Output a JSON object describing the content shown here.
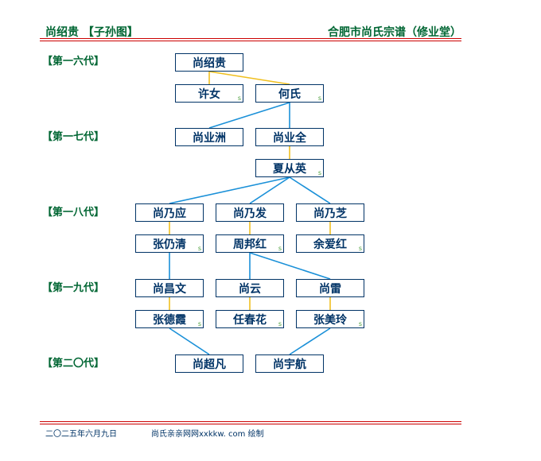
{
  "header": {
    "left_title": "尚绍贵 【子孙图】",
    "right_title": "合肥市尚氏宗谱（修业堂）"
  },
  "generations": [
    {
      "label": "【第一六代】"
    },
    {
      "label": "【第一七代】"
    },
    {
      "label": "【第一八代】"
    },
    {
      "label": "【第一九代】"
    },
    {
      "label": "【第二〇代】"
    }
  ],
  "colors": {
    "descent_line": "#1a90d8",
    "marriage_line": "#f0c020",
    "spouse_mark": "#4a9e3a",
    "title_color": "#006633",
    "rule_color": "#cc0000"
  },
  "nodes": [
    {
      "id": "shaogui",
      "name": "尚绍贵"
    },
    {
      "id": "xunv",
      "name": "许女",
      "spouse_mark": "s"
    },
    {
      "id": "heshi",
      "name": "何氏",
      "spouse_mark": "s"
    },
    {
      "id": "yezhou",
      "name": "尚业洲"
    },
    {
      "id": "yequan",
      "name": "尚业全"
    },
    {
      "id": "xiacongying",
      "name": "夏从英",
      "spouse_mark": "s"
    },
    {
      "id": "naiying",
      "name": "尚乃应"
    },
    {
      "id": "naifa",
      "name": "尚乃发"
    },
    {
      "id": "naizhi",
      "name": "尚乃芝"
    },
    {
      "id": "zhangrengqing",
      "name": "张仍清",
      "spouse_mark": "s"
    },
    {
      "id": "zhoubanghong",
      "name": "周邦红",
      "spouse_mark": "s"
    },
    {
      "id": "yuaihong",
      "name": "余爱红",
      "spouse_mark": "s"
    },
    {
      "id": "changwen",
      "name": "尚昌文"
    },
    {
      "id": "yun",
      "name": "尚云"
    },
    {
      "id": "lei",
      "name": "尚雷"
    },
    {
      "id": "zhangdexia",
      "name": "张德霞",
      "spouse_mark": "s"
    },
    {
      "id": "renchunhua",
      "name": "任春花",
      "spouse_mark": "s"
    },
    {
      "id": "zhangmeiling",
      "name": "张美玲",
      "spouse_mark": "s"
    },
    {
      "id": "chaofan",
      "name": "尚超凡"
    },
    {
      "id": "yuhang",
      "name": "尚宇航"
    }
  ],
  "edges": [
    {
      "from": "shaogui",
      "to": "xunv",
      "kind": "marriage"
    },
    {
      "from": "shaogui",
      "to": "heshi",
      "kind": "marriage"
    },
    {
      "from": "heshi",
      "to": "yezhou",
      "kind": "descent"
    },
    {
      "from": "heshi",
      "to": "yequan",
      "kind": "descent"
    },
    {
      "from": "yequan",
      "to": "xiacongying",
      "kind": "marriage"
    },
    {
      "from": "xiacongying",
      "to": "naiying",
      "kind": "descent"
    },
    {
      "from": "xiacongying",
      "to": "naifa",
      "kind": "descent"
    },
    {
      "from": "xiacongying",
      "to": "naizhi",
      "kind": "descent"
    },
    {
      "from": "naiying",
      "to": "zhangrengqing",
      "kind": "marriage"
    },
    {
      "from": "naifa",
      "to": "zhoubanghong",
      "kind": "marriage"
    },
    {
      "from": "naizhi",
      "to": "yuaihong",
      "kind": "marriage"
    },
    {
      "from": "zhangrengqing",
      "to": "changwen",
      "kind": "descent"
    },
    {
      "from": "zhoubanghong",
      "to": "yun",
      "kind": "descent"
    },
    {
      "from": "zhoubanghong",
      "to": "lei",
      "kind": "descent"
    },
    {
      "from": "changwen",
      "to": "zhangdexia",
      "kind": "marriage"
    },
    {
      "from": "yun",
      "to": "renchunhua",
      "kind": "marriage"
    },
    {
      "from": "lei",
      "to": "zhangmeiling",
      "kind": "marriage"
    },
    {
      "from": "zhangdexia",
      "to": "chaofan",
      "kind": "descent"
    },
    {
      "from": "zhangmeiling",
      "to": "yuhang",
      "kind": "descent"
    }
  ],
  "footer": {
    "date": "二〇二五年六月九日",
    "credit": "尚氏亲亲网网xxkkw. com 绘制"
  }
}
